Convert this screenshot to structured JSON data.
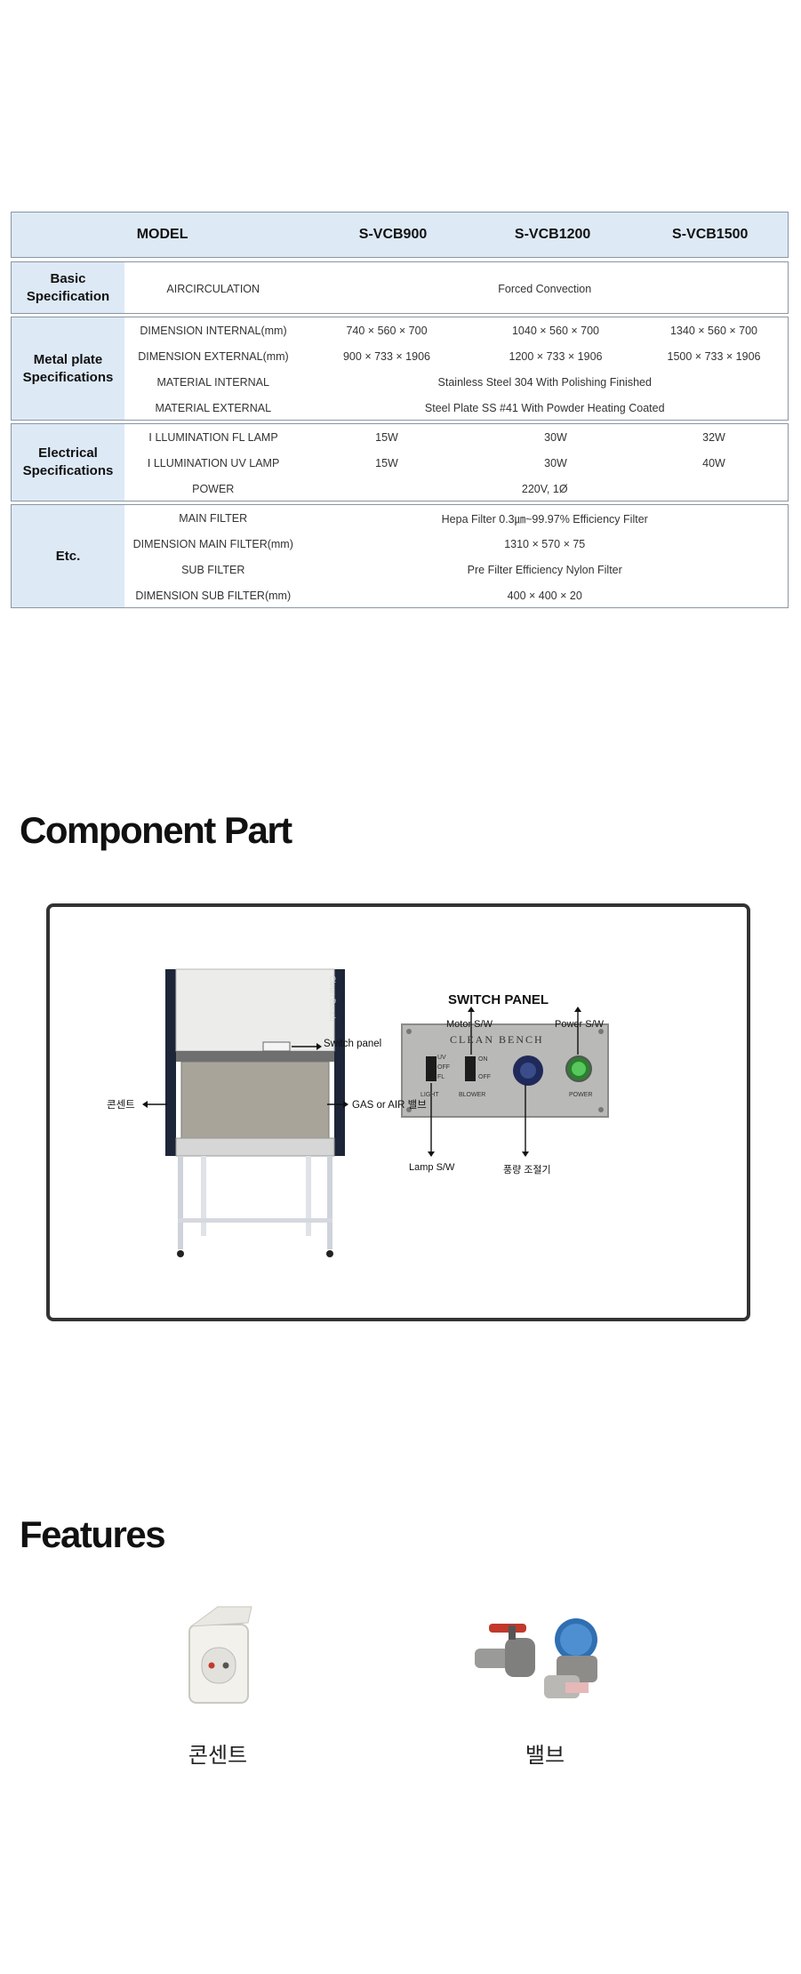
{
  "spec_table": {
    "header": {
      "model": "MODEL",
      "models": [
        "S-VCB900",
        "S-VCB1200",
        "S-VCB1500"
      ]
    },
    "groups": [
      {
        "label": "Basic Specification",
        "rows": [
          {
            "name": "AIRCIRCULATION",
            "all": "Forced Convection"
          }
        ]
      },
      {
        "label": "Metal plate Specifications",
        "rows": [
          {
            "name": "DIMENSION INTERNAL(mm)",
            "values": [
              "740 × 560 × 700",
              "1040 × 560 × 700",
              "1340 × 560 × 700"
            ]
          },
          {
            "name": "DIMENSION EXTERNAL(mm)",
            "values": [
              "900 × 733 × 1906",
              "1200 × 733 × 1906",
              "1500 × 733 × 1906"
            ]
          },
          {
            "name": "MATERIAL INTERNAL",
            "all": "Stainless Steel 304 With Polishing Finished"
          },
          {
            "name": "MATERIAL EXTERNAL",
            "all": "Steel Plate SS #41 With Powder Heating Coated"
          }
        ]
      },
      {
        "label": "Electrical Specifications",
        "rows": [
          {
            "name": "Ⅰ LLUMINATION FL LAMP",
            "values": [
              "15W",
              "30W",
              "32W"
            ]
          },
          {
            "name": "Ⅰ LLUMINATION UV LAMP",
            "values": [
              "15W",
              "30W",
              "40W"
            ]
          },
          {
            "name": "POWER",
            "all": "220V, 1Ø"
          }
        ]
      },
      {
        "label": "Etc.",
        "rows": [
          {
            "name": "MAIN FILTER",
            "all": "Hepa Filter 0.3㎛~99.97% Efficiency Filter"
          },
          {
            "name": "DIMENSION MAIN FILTER(mm)",
            "all": "1310 × 570 × 75"
          },
          {
            "name": "SUB FILTER",
            "all": "Pre Filter Efficiency Nylon Filter"
          },
          {
            "name": "DIMENSION SUB FILTER(mm)",
            "all": "400 × 400 × 20"
          }
        ]
      }
    ]
  },
  "component": {
    "title": "Component Part",
    "bench_brand": "Clean Bench",
    "labels": {
      "switch_panel": "Switch panel",
      "outlet": "콘센트",
      "gas_valve": "GAS or AIR 밸브"
    },
    "switch_panel": {
      "title": "SWITCH PANEL",
      "nameplate": "CLEAN BENCH",
      "motor": "Motor S/W",
      "power": "Power S/W",
      "lamp": "Lamp S/W",
      "airflow": "풍량 조절기",
      "uv": "UV",
      "off1": "OFF",
      "fl": "FL",
      "on": "ON",
      "off2": "OFF",
      "light": "LIGHT",
      "blower": "BLOWER",
      "power_label": "POWER"
    }
  },
  "features": {
    "title": "Features",
    "items": [
      {
        "label": "콘센트",
        "icon": "outlet-icon"
      },
      {
        "label": "밸브",
        "icon": "valve-icon"
      }
    ]
  }
}
